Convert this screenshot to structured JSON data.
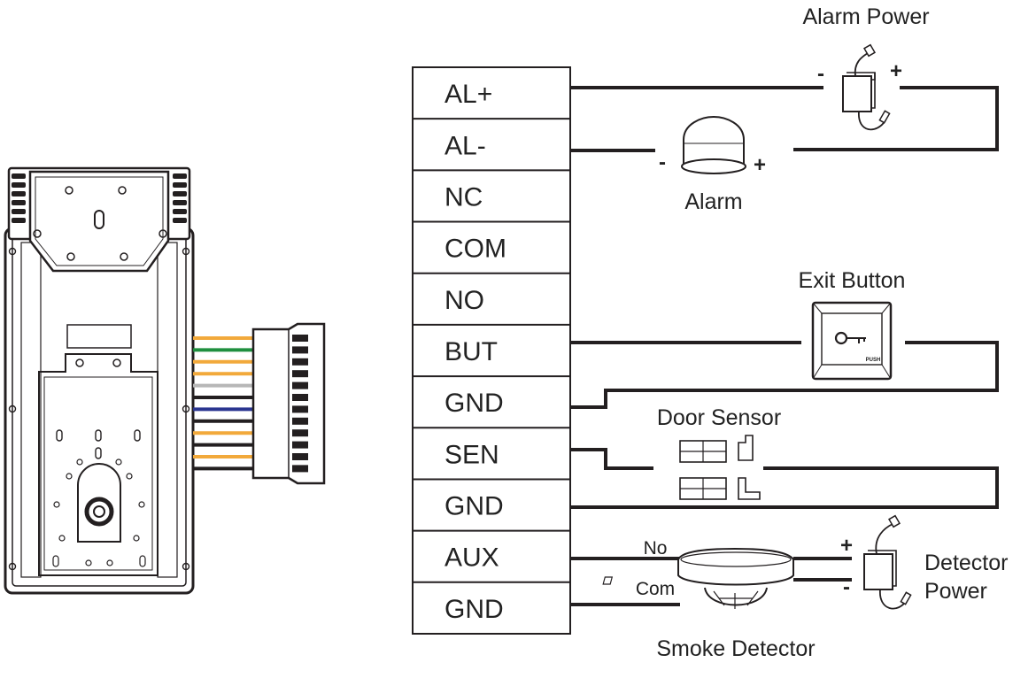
{
  "terminals": [
    {
      "label": "AL+"
    },
    {
      "label": "AL-"
    },
    {
      "label": "NC"
    },
    {
      "label": "COM"
    },
    {
      "label": "NO"
    },
    {
      "label": "BUT"
    },
    {
      "label": "GND"
    },
    {
      "label": "SEN"
    },
    {
      "label": "GND"
    },
    {
      "label": "AUX"
    },
    {
      "label": "GND"
    }
  ],
  "devices": {
    "alarm_power": {
      "label": "Alarm Power",
      "minus": "-",
      "plus": "+"
    },
    "alarm": {
      "label": "Alarm",
      "minus": "-",
      "plus": "+"
    },
    "exit_button": {
      "label": "Exit Button",
      "text": "PUSH"
    },
    "door_sensor": {
      "label": "Door Sensor"
    },
    "smoke_detector": {
      "label": "Smoke Detector",
      "no": "No",
      "com": "Com"
    },
    "detector_power": {
      "label_line1": "Detector",
      "label_line2": "Power",
      "plus": "+",
      "minus": "-"
    }
  },
  "cable_colors": [
    "#f2a93b",
    "#1f8f3f",
    "#f2a93b",
    "#f2a93b",
    "#b7b7b7",
    "#231f20",
    "#2a3590",
    "#231f20",
    "#f2a93b",
    "#231f20",
    "#f2a93b",
    "#231f20"
  ]
}
